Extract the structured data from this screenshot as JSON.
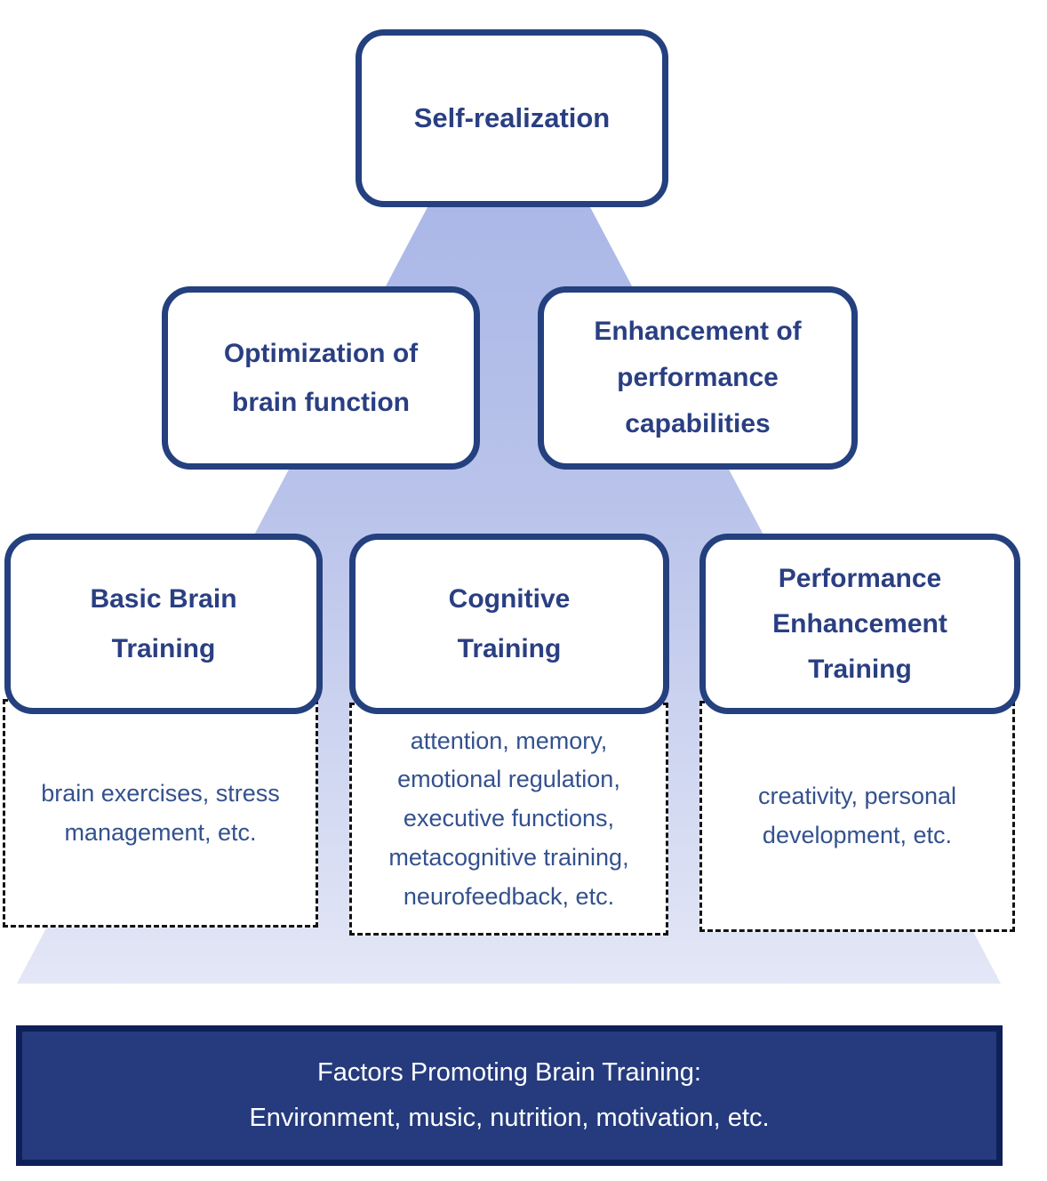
{
  "colors": {
    "node_border": "#24407e",
    "heading_text": "#2a3f82",
    "detail_text": "#33518e",
    "triangle_top": "#a4b1e5",
    "triangle_bottom": "#e3e7f6",
    "dashed_border": "#121212",
    "banner_fill": "#253b7d",
    "banner_border": "#0f2059",
    "banner_text": "#ffffff"
  },
  "nodes": {
    "top": {
      "label": "Self-realization"
    },
    "mid_left": {
      "label": "Optimization of brain function"
    },
    "mid_right": {
      "label": "Enhancement of performance capabilities"
    },
    "base_left": {
      "label": "Basic Brain Training",
      "detail": "brain exercises, stress management, etc."
    },
    "base_mid": {
      "label": "Cognitive Training",
      "detail": "attention, memory, emotional regulation, executive functions, metacognitive training, neurofeedback, etc."
    },
    "base_right": {
      "label": "Performance Enhancement Training",
      "detail": "creativity, personal development, etc."
    }
  },
  "footer": {
    "line1": "Factors Promoting Brain Training:",
    "line2": "Environment, music, nutrition, motivation, etc."
  }
}
